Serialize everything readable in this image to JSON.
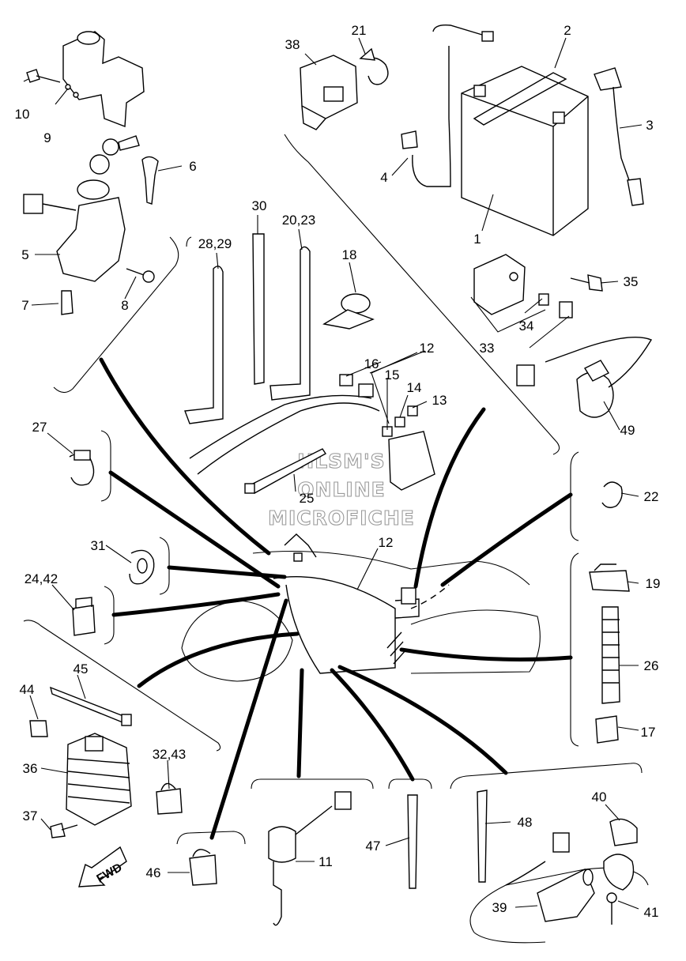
{
  "watermark": [
    "HLSM'S",
    "ONLINE",
    "MICROFICHE"
  ],
  "fwd_label": "FWD",
  "labels": {
    "n1": "1",
    "n2": "2",
    "n3": "3",
    "n4": "4",
    "n5": "5",
    "n6": "6",
    "n7": "7",
    "n8": "8",
    "n9": "9",
    "n10": "10",
    "n11": "11",
    "n12a": "12",
    "n12b": "12",
    "n13": "13",
    "n14": "14",
    "n15": "15",
    "n16": "16",
    "n17": "17",
    "n18": "18",
    "n19": "19",
    "n20_23": "20,23",
    "n21": "21",
    "n22": "22",
    "n24_42": "24,42",
    "n25": "25",
    "n26": "26",
    "n27": "27",
    "n28_29": "28,29",
    "n30": "30",
    "n31": "31",
    "n32_43": "32,43",
    "n33": "33",
    "n34": "34",
    "n35": "35",
    "n36": "36",
    "n37": "37",
    "n38": "38",
    "n39": "39",
    "n40": "40",
    "n41": "41",
    "n44": "44",
    "n45": "45",
    "n46": "46",
    "n47": "47",
    "n48": "48",
    "n49": "49"
  }
}
